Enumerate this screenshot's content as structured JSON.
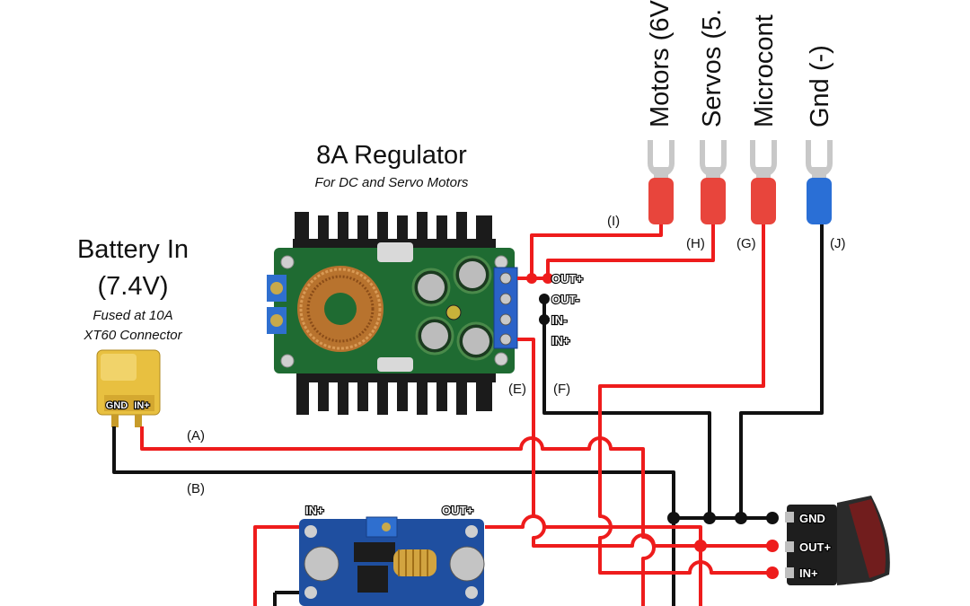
{
  "battery": {
    "title": "Battery In",
    "voltage": "(7.4V)",
    "note_fuse": "Fused at 10A",
    "note_connector": "XT60 Connector",
    "pin_gnd": "GND",
    "pin_in": "IN+"
  },
  "regulator_8a": {
    "title": "8A Regulator",
    "subtitle": "For DC and Servo Motors",
    "pins": [
      "OUT+",
      "OUT-",
      "IN-",
      "IN+"
    ]
  },
  "small_regulator": {
    "pin_in": "IN+",
    "pin_out": "OUT+"
  },
  "outputs": [
    {
      "label": "Motors (6V",
      "sleeve_color": "#e8453c"
    },
    {
      "label": "Servos (5.",
      "sleeve_color": "#e8453c"
    },
    {
      "label": "Microcont",
      "sleeve_color": "#e8453c"
    },
    {
      "label": "Gnd (-)",
      "sleeve_color": "#2a6fd6"
    }
  ],
  "switch": {
    "pins": [
      "GND",
      "OUT+",
      "IN+"
    ]
  },
  "wire_labels": {
    "A": "(A)",
    "B": "(B)",
    "E": "(E)",
    "F": "(F)",
    "G": "(G)",
    "H": "(H)",
    "I": "(I)",
    "J": "(J)"
  },
  "colors": {
    "positive": "#ee1c1c",
    "ground": "#111111",
    "pcb_green": "#1f6b32",
    "pcb_blue": "#1f4fa0",
    "heatsink": "#1a1a1a",
    "xt60_yellow": "#e8c040"
  }
}
